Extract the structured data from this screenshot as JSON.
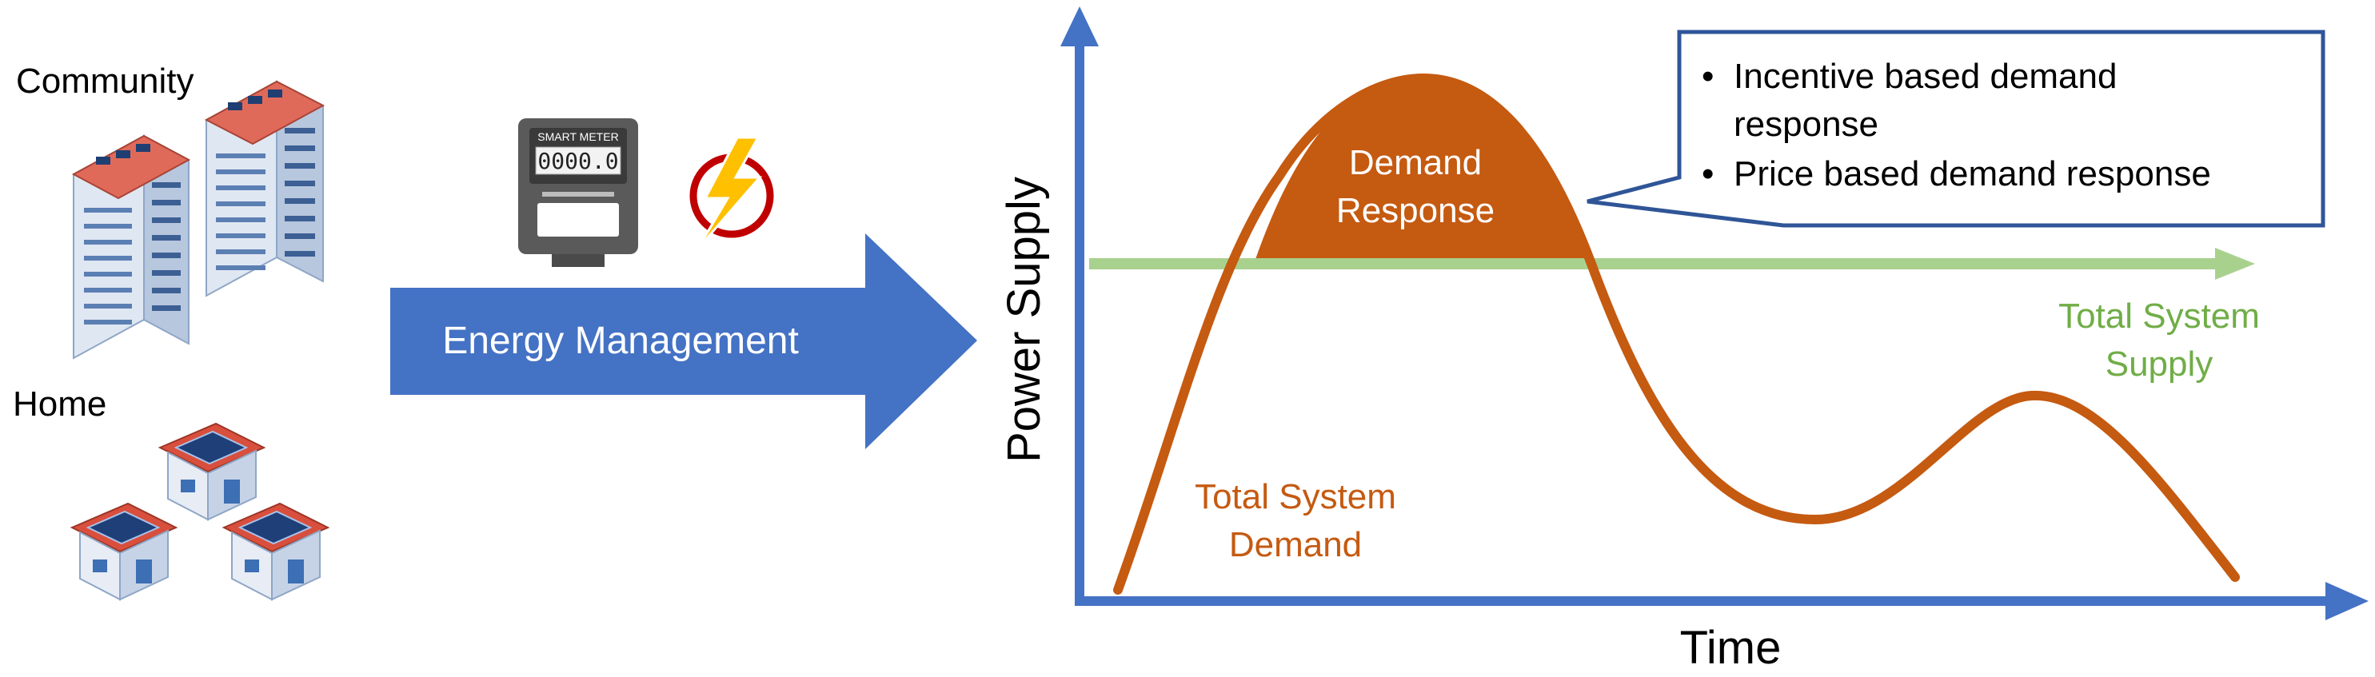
{
  "left_panel": {
    "community_label": "Community",
    "home_label": "Home"
  },
  "meter": {
    "title": "SMART METER",
    "reading": "0000.0"
  },
  "arrow": {
    "label": "Energy Management"
  },
  "axes": {
    "ylabel": "Power Supply",
    "xlabel": "Time"
  },
  "curves": {
    "demand_label_1": "Total System",
    "demand_label_2": "Demand",
    "supply_label_1": "Total System",
    "supply_label_2": "Supply",
    "response_label_1": "Demand",
    "response_label_2": "Response"
  },
  "callout": {
    "items": [
      {
        "bullet": "•",
        "line1": "Incentive based demand",
        "line2": "response"
      },
      {
        "bullet": "•",
        "line1": "Price based demand response"
      }
    ]
  },
  "colors": {
    "blue": "#4472C4",
    "demand": "#C55A11",
    "supply_line": "#A9D18E",
    "supply_text": "#70AD47",
    "callout_border": "#2F5597",
    "bolt": "#FFC000",
    "bolt_ring": "#C00000"
  }
}
